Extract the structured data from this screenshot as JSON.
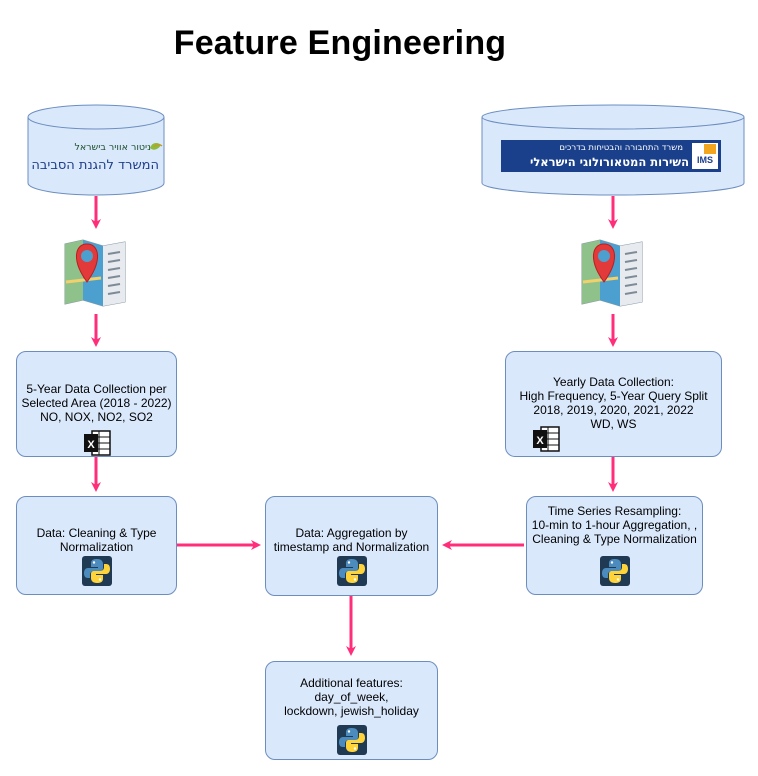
{
  "title": "Feature Engineering",
  "sources": {
    "left_db": {
      "brand_top": "ניטור אוויר בישראל",
      "brand_main": "המשרד להגנת הסביבה"
    },
    "right_db": {
      "brand_top": "משרד התחבורה והבטיחות בדרכים",
      "brand_main": "השירות המטאורולוגי הישראלי",
      "badge": "IMS"
    }
  },
  "nodes": {
    "left_collection": {
      "lines": [
        "5-Year Data Collection per",
        "Selected Area (2018 - 2022)",
        "NO, NOX, NO2, SO2"
      ],
      "icon": "excel-icon"
    },
    "right_collection": {
      "lines": [
        "Yearly Data Collection:",
        "High Frequency, 5-Year Query Split",
        "2018, 2019, 2020, 2021, 2022",
        "WD, WS"
      ],
      "icon": "excel-icon"
    },
    "left_cleaning": {
      "lines": [
        "Data: Cleaning & Type",
        "Normalization"
      ],
      "icon": "python-icon"
    },
    "aggregation": {
      "lines": [
        "Data: Aggregation by",
        "timestamp and Normalization"
      ],
      "icon": "python-icon"
    },
    "resampling": {
      "lines": [
        "Time Series Resampling:",
        "10-min to 1-hour Aggregation, ,",
        "Cleaning & Type Normalization"
      ],
      "icon": "python-icon"
    },
    "additional": {
      "lines": [
        "Additional features:",
        "day_of_week,",
        "lockdown, jewish_holiday"
      ],
      "icon": "python-icon"
    }
  },
  "colors": {
    "arrow": "#ff2d7a",
    "box_fill": "#dae8fc",
    "box_border": "#6c8ebf"
  }
}
